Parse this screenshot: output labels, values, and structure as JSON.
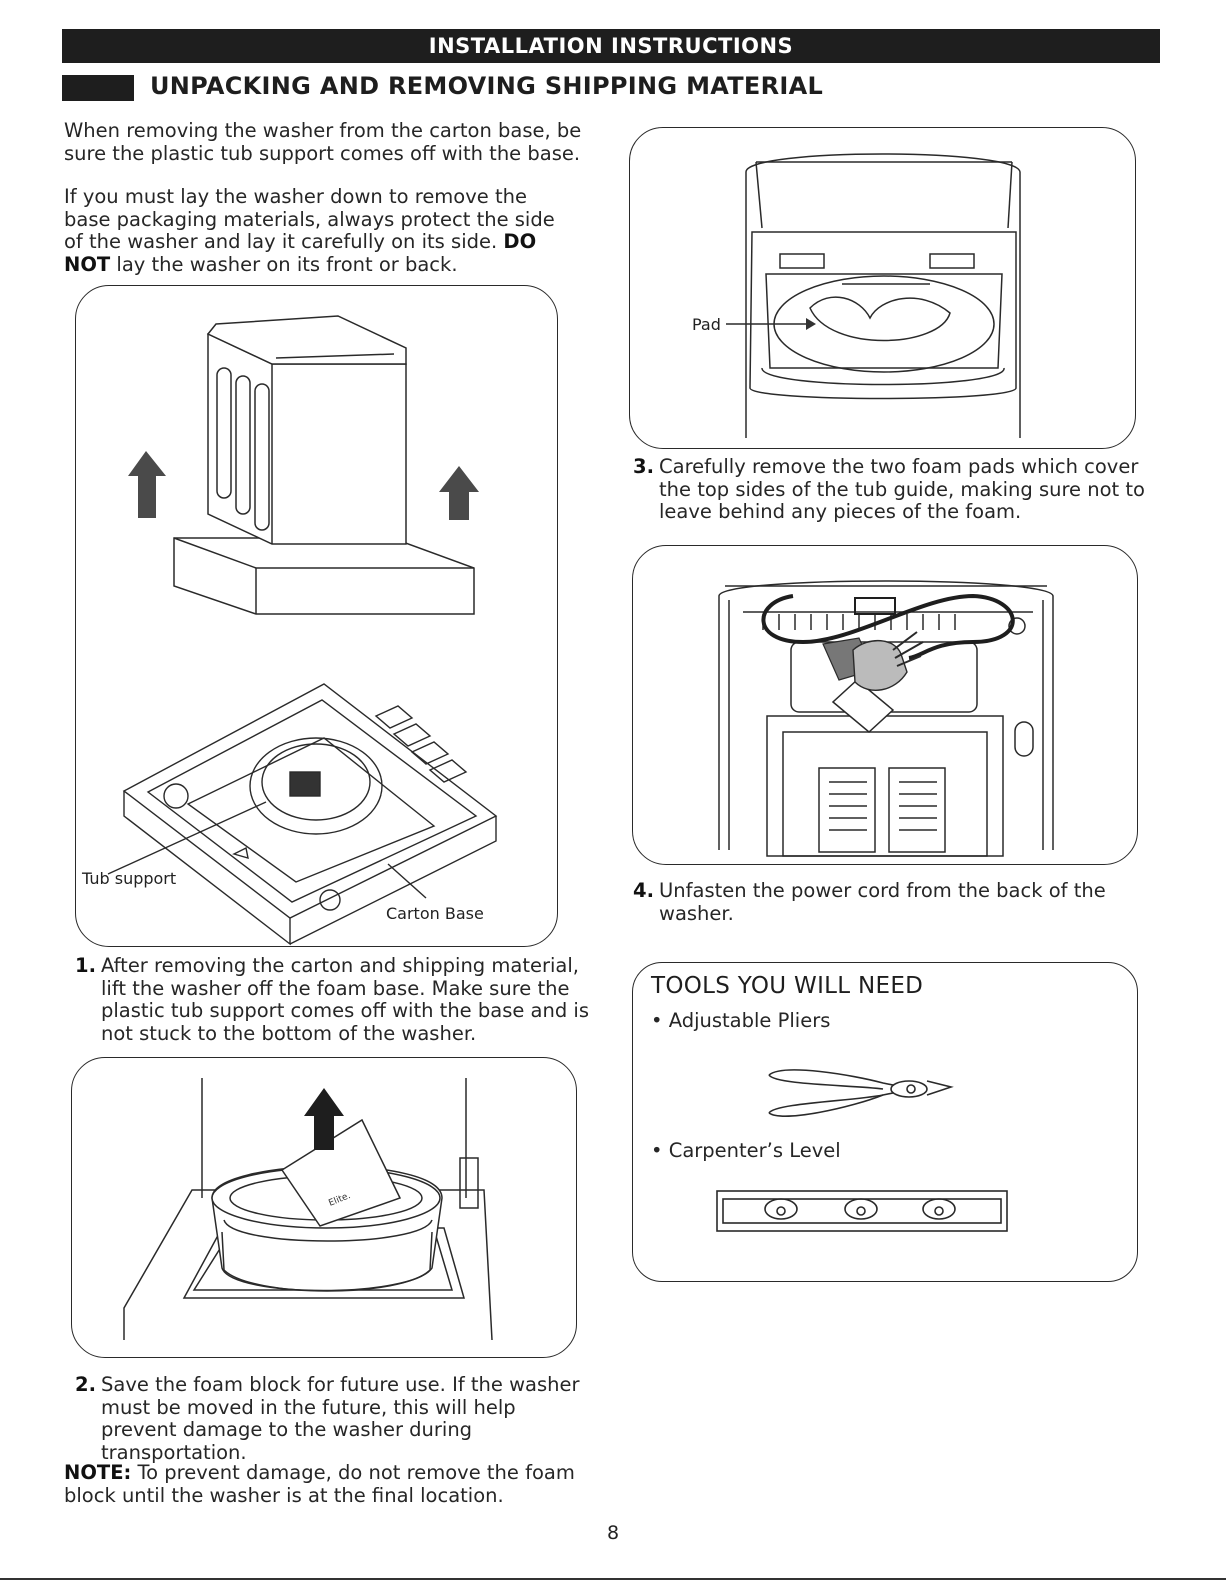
{
  "header": {
    "banner": "INSTALLATION INSTRUCTIONS",
    "section_title": "UNPACKING AND REMOVING SHIPPING MATERIAL"
  },
  "intro": {
    "p1": "When removing the washer from the carton base, be sure the plastic tub support comes off with the base.",
    "p2_before": "If you must lay the washer down to remove the base packaging materials, always protect the side of the washer and lay it carefully on its side.",
    "p2_bold": "DO NOT",
    "p2_after": "lay the washer on its front or back."
  },
  "figure1": {
    "label_tub_support": "Tub support",
    "label_carton_base": "Carton Base"
  },
  "figure_pad": {
    "label_pad": "Pad"
  },
  "figure_foam": {
    "envelope_text": "Elite."
  },
  "steps": [
    {
      "num": "1.",
      "text": "After removing the carton and shipping material, lift the washer off the foam base. Make sure the plastic tub support comes off with the base and is not stuck to the bottom of the washer."
    },
    {
      "num": "2.",
      "text": "Save the foam block for future use. If the washer must be moved in the future, this will help prevent damage to the washer during transportation."
    },
    {
      "num": "3.",
      "text": "Carefully remove the two foam pads which cover the top sides of the tub guide, making sure not to leave behind any pieces of the foam."
    },
    {
      "num": "4.",
      "text": "Unfasten the power cord from the back of the washer."
    }
  ],
  "note": {
    "label": "NOTE:",
    "text": "To prevent damage, do not remove the foam block until the washer is at the final location."
  },
  "tools": {
    "title": "TOOLS YOU WILL NEED",
    "items": [
      "• Adjustable Pliers",
      "• Carpenter’s Level"
    ]
  },
  "footer": {
    "page_number": "8"
  },
  "colors": {
    "banner_bg": "#1e1e1e",
    "banner_text": "#ffffff",
    "line_art": "#2a2a2a",
    "arrow": "#4a4a4a"
  }
}
